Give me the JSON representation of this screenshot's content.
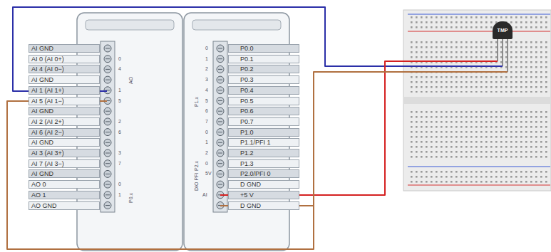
{
  "diagram": {
    "nodes": [
      {
        "text": [
          "TMP"
        ]
      }
    ],
    "labels": [
      "AI GND",
      "AI 0 (AI 0+)",
      "AI 4 (AI 0−)",
      "AI GND",
      "AI 1 (AI 1+)",
      "AI 5 (AI 1−)",
      "AI GND",
      "AI 2 (AI 2+)",
      "AI 6 (AI 2−)",
      "AI GND",
      "AI 3 (AI 3+)",
      "AI 7 (AI 3−)",
      "AI GND",
      "AO 0",
      "AO 1",
      "AO GND",
      "P0.0",
      "P0.1",
      "P0.2",
      "P0.3",
      "P0.4",
      "P0.5",
      "P0.6",
      "P0.7",
      "P1.0",
      "P1.1/PFI 1",
      "P1.2",
      "P1.3",
      "P2.0/PFI 0",
      "D GND",
      "+5 V",
      "D GND",
      "0",
      "4",
      "1",
      "5",
      "2",
      "6",
      "3",
      "7",
      "0",
      "1",
      "0",
      "1",
      "2",
      "3",
      "4",
      "5",
      "6",
      "7",
      "0",
      "1",
      "2",
      "0",
      "5V",
      "AI",
      "AO",
      "P0.x",
      "P1.x",
      "P2.x",
      "DIO PFI"
    ]
  }
}
